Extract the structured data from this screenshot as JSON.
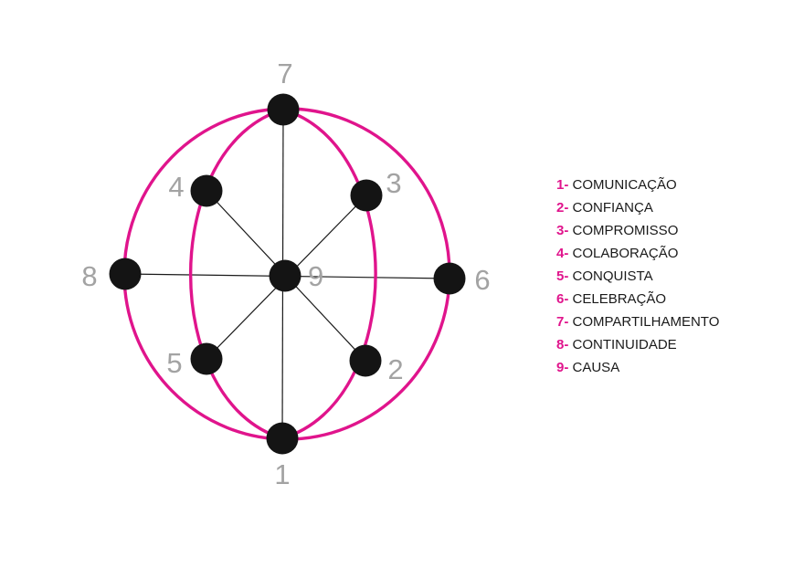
{
  "colors": {
    "accent": "#e0148c",
    "node": "#141414",
    "number_label": "#a3a3a3",
    "spoke": "#1a1a1a",
    "text": "#1a1a1a"
  },
  "nodes": [
    {
      "id": "1",
      "label": "1"
    },
    {
      "id": "2",
      "label": "2"
    },
    {
      "id": "3",
      "label": "3"
    },
    {
      "id": "4",
      "label": "4"
    },
    {
      "id": "5",
      "label": "5"
    },
    {
      "id": "6",
      "label": "6"
    },
    {
      "id": "7",
      "label": "7"
    },
    {
      "id": "8",
      "label": "8"
    },
    {
      "id": "9",
      "label": "9"
    }
  ],
  "legend": [
    {
      "number": "1-",
      "label": "COMUNICAÇÃO"
    },
    {
      "number": "2-",
      "label": "CONFIANÇA"
    },
    {
      "number": "3-",
      "label": "COMPROMISSO"
    },
    {
      "number": "4-",
      "label": "COLABORAÇÃO"
    },
    {
      "number": "5-",
      "label": "CONQUISTA"
    },
    {
      "number": "6-",
      "label": "CELEBRAÇÃO"
    },
    {
      "number": "7-",
      "label": "COMPARTILHAMENTO"
    },
    {
      "number": "8-",
      "label": "CONTINUIDADE"
    },
    {
      "number": "9-",
      "label": "CAUSA"
    }
  ]
}
